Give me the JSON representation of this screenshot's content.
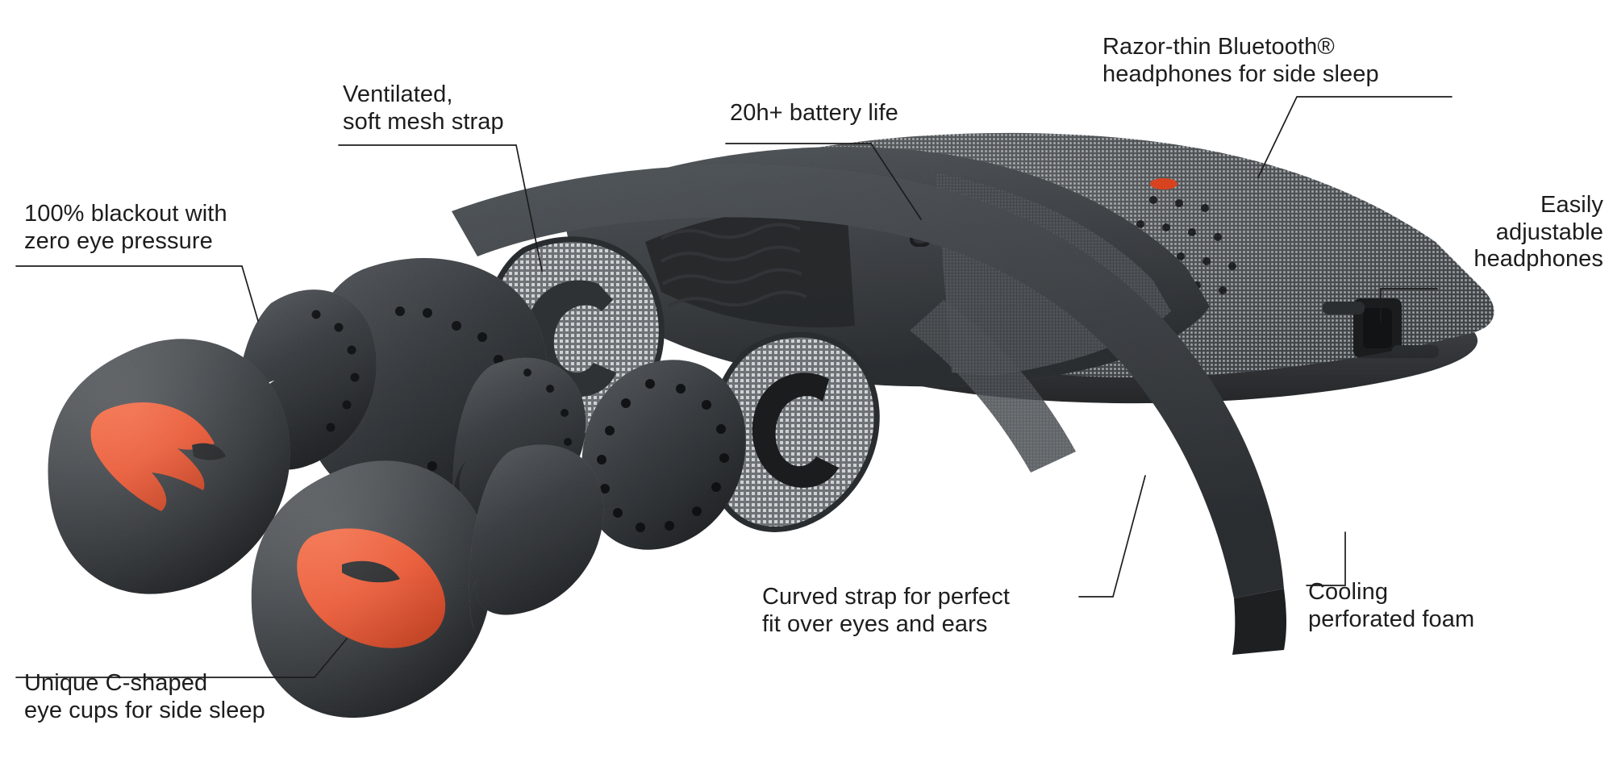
{
  "page": {
    "background_color": "#ffffff",
    "text_color": "#1d1d1d",
    "accent_color": "#e8512c",
    "body_color": "#3a3d40",
    "dark_color": "#26282a"
  },
  "product": {
    "name": "Bluetooth sleep mask with side-sleep headphones",
    "view": "exploded component diagram"
  },
  "callouts": [
    {
      "id": "blackout",
      "text": "100% blackout with\nzero eye pressure",
      "align": "left"
    },
    {
      "id": "mesh-strap",
      "text": "Ventilated,\nsoft mesh strap",
      "align": "left"
    },
    {
      "id": "battery",
      "text": "20h+ battery life",
      "align": "left"
    },
    {
      "id": "bluetooth",
      "text": "Razor-thin Bluetooth®\nheadphones for side sleep",
      "align": "left"
    },
    {
      "id": "adjustable",
      "text": "Easily\nadjustable\nheadphones",
      "align": "right"
    },
    {
      "id": "cooling-foam",
      "text": "Cooling\nperforated foam",
      "align": "left"
    },
    {
      "id": "curved-strap",
      "text": "Curved strap for perfect\nfit over eyes and ears",
      "align": "left"
    },
    {
      "id": "eye-cups",
      "text": "Unique C-shaped\neye cups for side sleep",
      "align": "left"
    }
  ]
}
